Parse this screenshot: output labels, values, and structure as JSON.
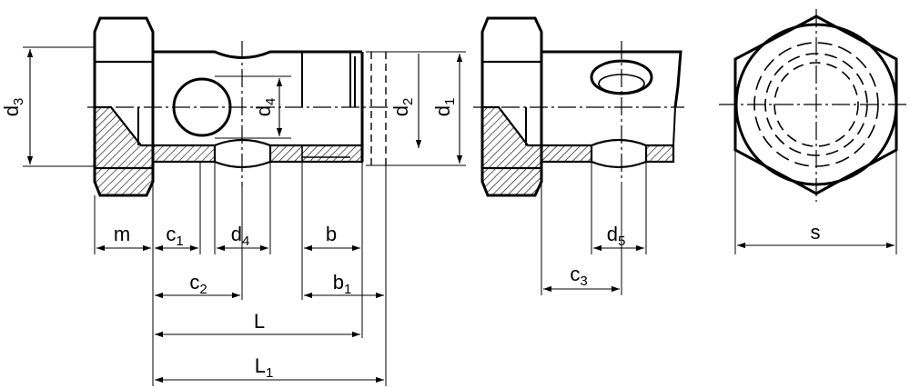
{
  "labels": {
    "d3": {
      "main": "d",
      "sub": "3"
    },
    "d4_side": {
      "main": "d",
      "sub": "4"
    },
    "d2": {
      "main": "d",
      "sub": "2"
    },
    "d1": {
      "main": "d",
      "sub": "1"
    },
    "m": {
      "main": "m",
      "sub": ""
    },
    "c1": {
      "main": "c",
      "sub": "1"
    },
    "d4_bottom": {
      "main": "d",
      "sub": "4"
    },
    "b": {
      "main": "b",
      "sub": ""
    },
    "c2": {
      "main": "c",
      "sub": "2"
    },
    "b1": {
      "main": "b",
      "sub": "1"
    },
    "L": {
      "main": "L",
      "sub": ""
    },
    "L1": {
      "main": "L",
      "sub": "1"
    },
    "d5": {
      "main": "d",
      "sub": "5"
    },
    "c3": {
      "main": "c",
      "sub": "3"
    },
    "s": {
      "main": "s",
      "sub": ""
    }
  }
}
